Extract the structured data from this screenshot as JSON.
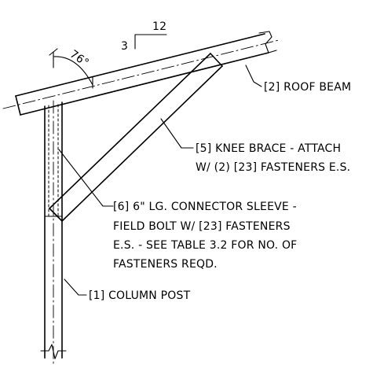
{
  "slope": {
    "rise": "3",
    "run": "12"
  },
  "angle_label": "76°",
  "callouts": {
    "roof_beam": [
      "[2] ROOF BEAM"
    ],
    "knee_brace": [
      "[5] KNEE BRACE - ATTACH",
      "W/ (2) [23] FASTENERS E.S."
    ],
    "connector_sleeve": [
      "[6] 6\" LG. CONNECTOR SLEEVE -",
      "FIELD BOLT  W/ [23] FASTENERS",
      "E.S. - SEE TABLE 3.2 FOR NO. OF",
      "FASTENERS REQD."
    ],
    "column_post": [
      "[1] COLUMN POST"
    ]
  }
}
